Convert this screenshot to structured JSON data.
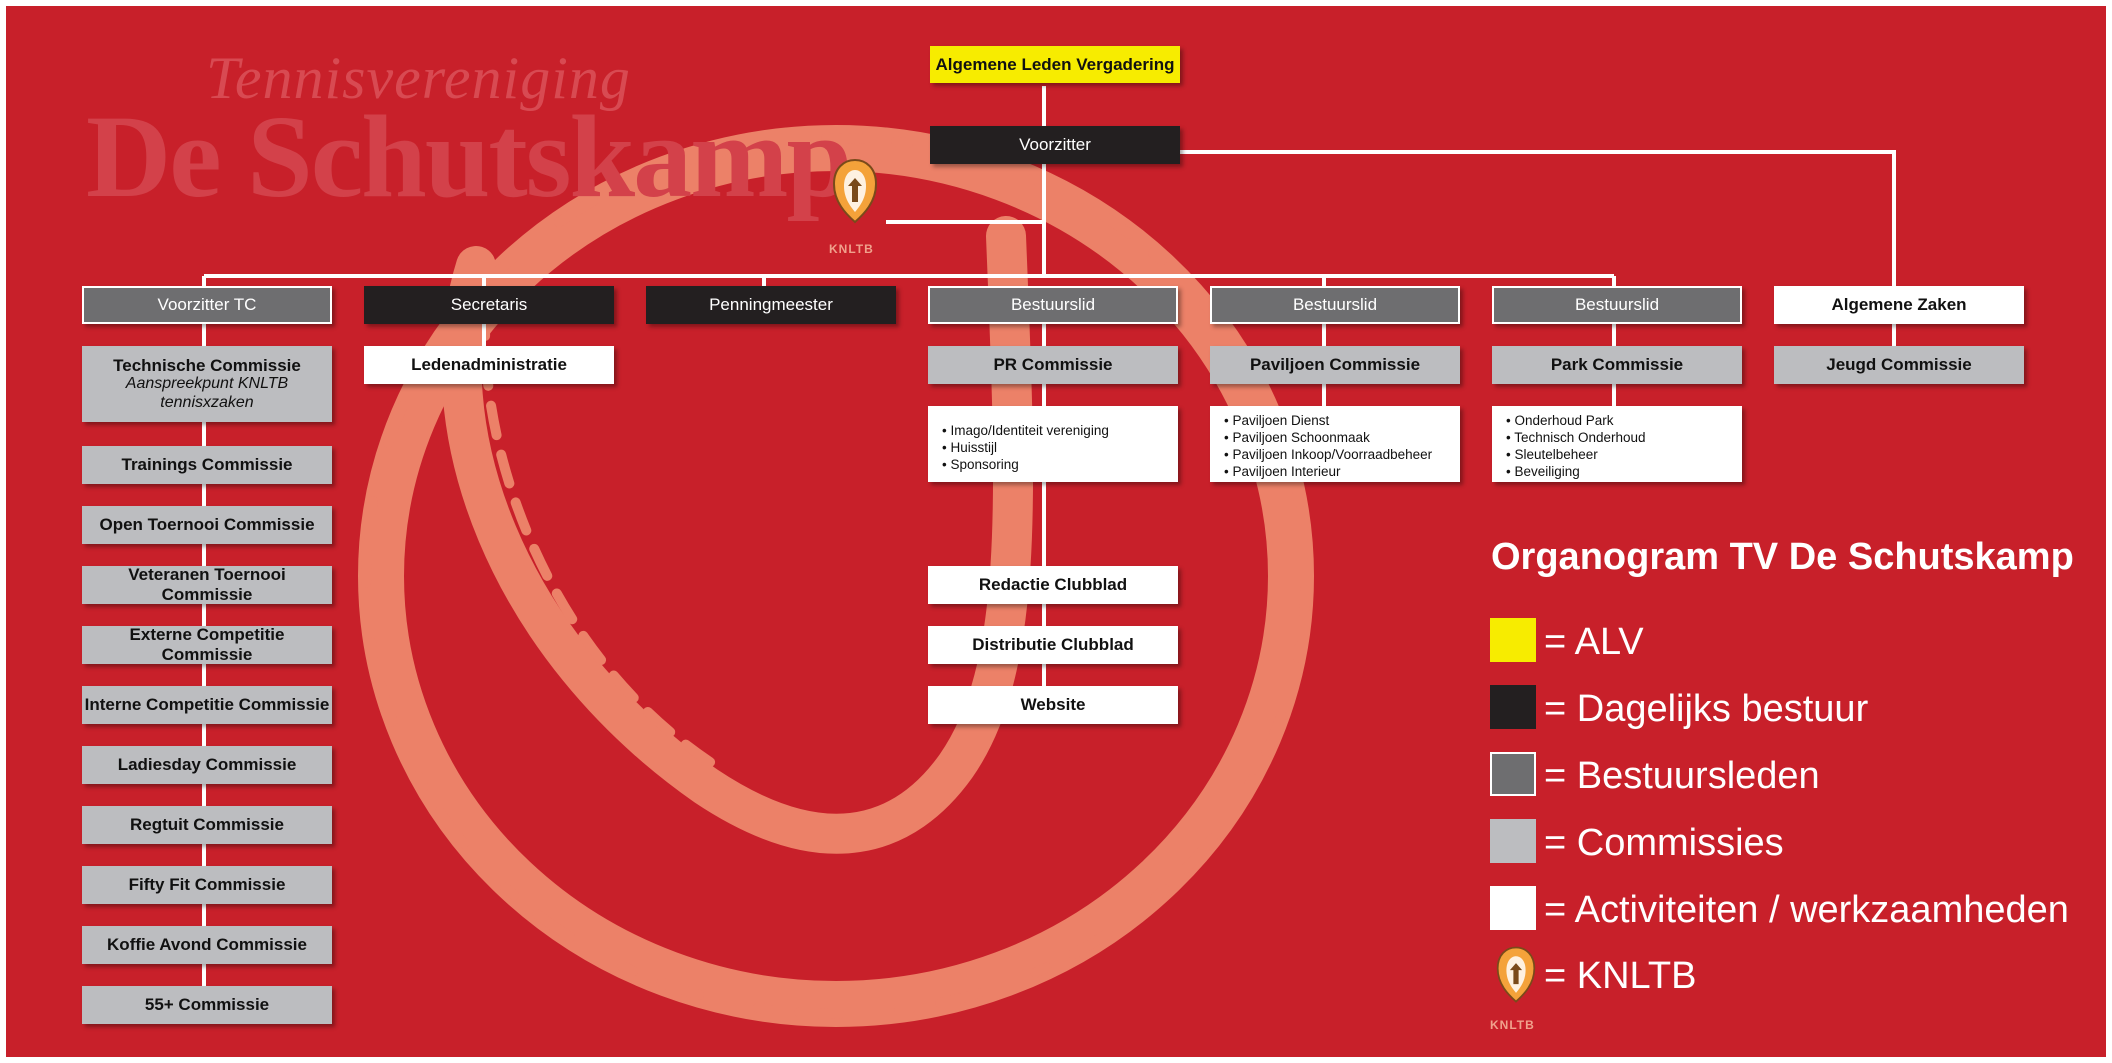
{
  "header": {
    "script_title": "Tennisvereniging",
    "main_title": "De Schutskamp"
  },
  "logo": {
    "label": "KNLTB"
  },
  "top": {
    "alv": "Algemene Leden Vergadering",
    "voorzitter": "Voorzitter"
  },
  "columns": {
    "tc": {
      "head": "Voorzitter TC",
      "commissions": [
        {
          "label": "Technische Commissie",
          "sub": "Aanspreekpunt KNLTB tennisxzaken"
        },
        {
          "label": "Trainings Commissie"
        },
        {
          "label": "Open Toernooi Commissie"
        },
        {
          "label": "Veteranen Toernooi  Commissie"
        },
        {
          "label": "Externe Competitie Commissie"
        },
        {
          "label": "Interne Competitie Commissie"
        },
        {
          "label": "Ladiesday Commissie"
        },
        {
          "label": "Regtuit Commissie"
        },
        {
          "label": "Fifty Fit Commissie"
        },
        {
          "label": "Koffie Avond Commissie"
        },
        {
          "label": "55+ Commissie"
        }
      ]
    },
    "secretaris": {
      "head": "Secretaris",
      "activity": "Ledenadministratie"
    },
    "penningmeester": {
      "head": "Penningmeester"
    },
    "pr": {
      "head": "Bestuurslid",
      "commission": "PR Commissie",
      "items": [
        "Imago/Identiteit vereniging",
        "Huisstijl",
        "Sponsoring"
      ],
      "activities": [
        "Redactie Clubblad",
        "Distributie Clubblad",
        "Website"
      ]
    },
    "paviljoen": {
      "head": "Bestuurslid",
      "commission": "Paviljoen Commissie",
      "items": [
        "Paviljoen Dienst",
        "Paviljoen Schoonmaak",
        "Paviljoen Inkoop/Voorraadbeheer",
        "Paviljoen Interieur"
      ]
    },
    "park": {
      "head": "Bestuurslid",
      "commission": "Park Commissie",
      "items": [
        "Onderhoud Park",
        "Technisch Onderhoud",
        "Sleutelbeheer",
        "Beveiliging"
      ]
    },
    "algemeen": {
      "head": "Algemene Zaken",
      "commission": "Jeugd Commissie"
    }
  },
  "legend": {
    "title": "Organogram TV De Schutskamp",
    "items": [
      {
        "label": "= ALV",
        "color": "#f7ec00"
      },
      {
        "label": "= Dagelijks bestuur",
        "color": "#231f20"
      },
      {
        "label": "= Bestuursleden",
        "color": "#6e6e70"
      },
      {
        "label": "= Commissies",
        "color": "#bcbdc0"
      },
      {
        "label": "= Activiteiten / werkzaamheden",
        "color": "#ffffff"
      },
      {
        "label": "= KNLTB",
        "icon": "knltb-logo-icon"
      }
    ]
  },
  "colors": {
    "background": "#c8202a",
    "alv": "#f7ec00",
    "dagelijks_bestuur": "#231f20",
    "bestuursleden": "#6e6e70",
    "commissies": "#bcbdc0",
    "activiteiten": "#ffffff",
    "ball_swirl": "#f08a6e"
  }
}
